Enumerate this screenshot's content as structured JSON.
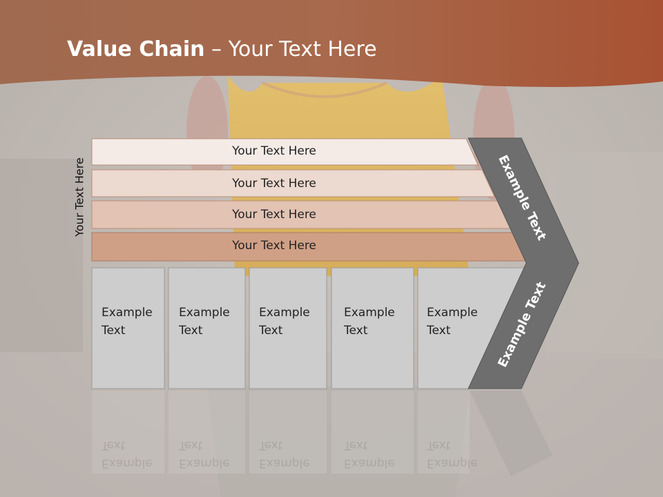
{
  "title": {
    "bold": "Value Chain",
    "rest": " – Your Text Here"
  },
  "vertical_label": "Your Text Here",
  "rows": [
    "Your Text Here",
    "Your Text Here",
    "Your Text Here",
    "Your Text Here"
  ],
  "boxes": [
    "Example Text",
    "Example Text",
    "Example Text",
    "Example Text",
    "Example Text"
  ],
  "chevron_top_label": "Example Text",
  "chevron_bottom_label": "Example Text",
  "colors": {
    "header": "#a0583a",
    "row1": "#f4ebe7",
    "row2": "#ecd9cf",
    "row3": "#e2c3b4",
    "row4": "#d0a086",
    "box": "#cdcdcd",
    "chevron": "#6e6e6e"
  }
}
